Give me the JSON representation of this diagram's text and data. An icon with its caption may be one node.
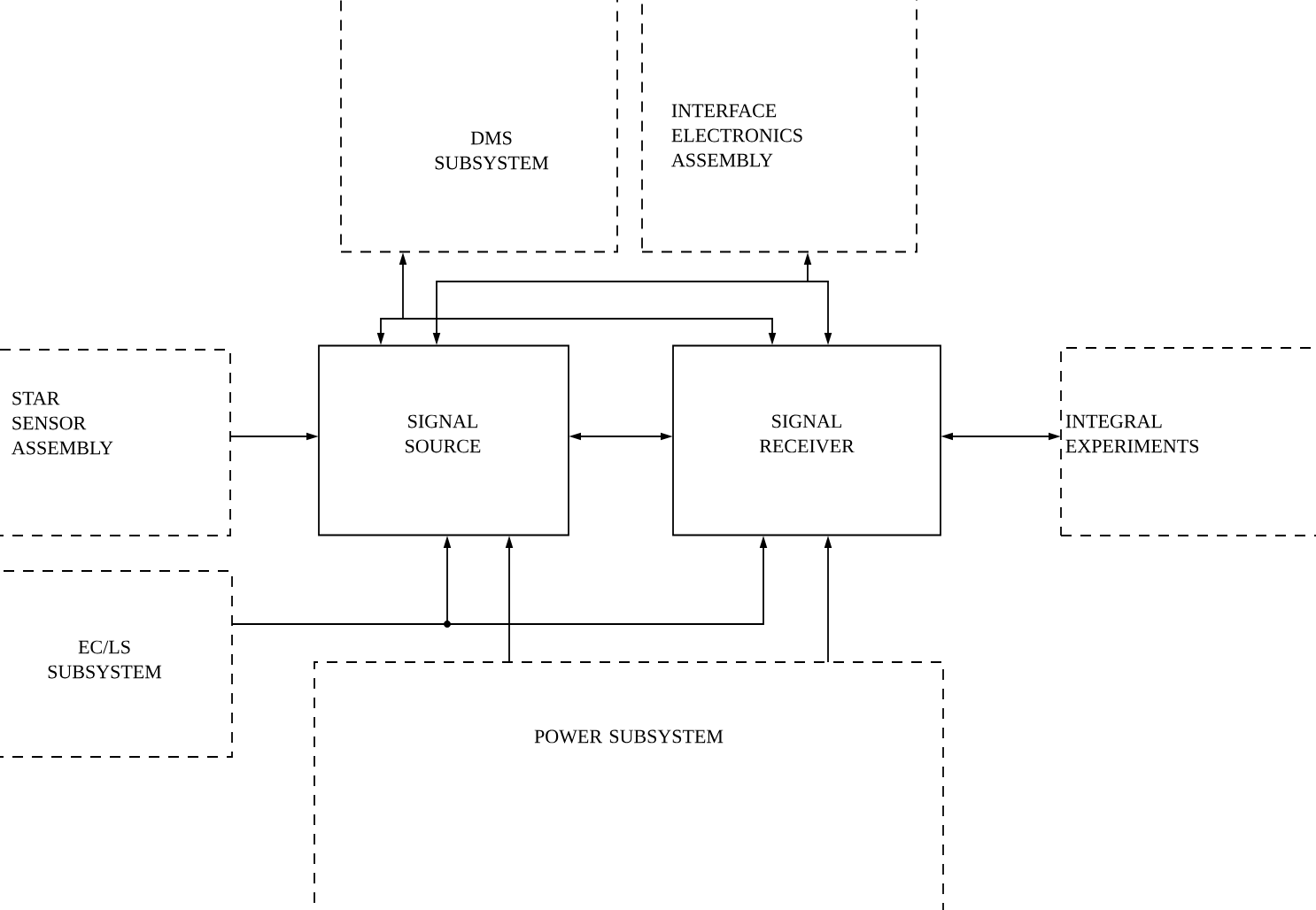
{
  "diagram": {
    "nodes": [
      {
        "text": [
          "DMS SUBSYSTEM"
        ]
      },
      {
        "text": [
          "INTERFACE ELECTRONICS ASSEMBLY"
        ]
      },
      {
        "text": [
          "STAR SENSOR ASSEMBLY"
        ]
      },
      {
        "text": [
          "SIGNAL SOURCE"
        ]
      },
      {
        "text": [
          "SIGNAL RECEIVER"
        ]
      },
      {
        "text": [
          "INTEGRAL EXPERIMENTS"
        ]
      },
      {
        "text": [
          "EC/LS SUBSYSTEM"
        ]
      },
      {
        "text": [
          "POWER SUBSYSTEM"
        ]
      }
    ],
    "edges": [
      {
        "from": 0,
        "to": 3,
        "arrow": "both"
      },
      {
        "from": 0,
        "to": 4,
        "arrow": "both"
      },
      {
        "from": 1,
        "to": 3,
        "arrow": "both"
      },
      {
        "from": 1,
        "to": 4,
        "arrow": "both"
      },
      {
        "from": 2,
        "to": 3,
        "arrow": "to"
      },
      {
        "from": 3,
        "to": 4,
        "arrow": "both"
      },
      {
        "from": 4,
        "to": 5,
        "arrow": "both"
      },
      {
        "from": 6,
        "to": 3,
        "arrow": "to"
      },
      {
        "from": 6,
        "to": 4,
        "arrow": "to"
      },
      {
        "from": 7,
        "to": 3,
        "arrow": "to"
      },
      {
        "from": 7,
        "to": 4,
        "arrow": "to"
      }
    ]
  }
}
